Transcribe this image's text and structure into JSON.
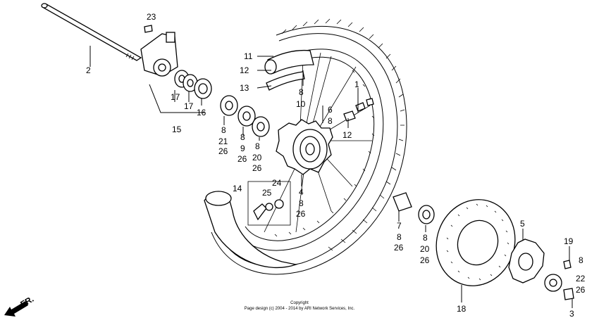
{
  "callouts": {
    "c23": "23",
    "c2": "2",
    "c11": "11",
    "c12a": "12",
    "c13": "13",
    "c8a": "8",
    "c10": "10",
    "c1": "1",
    "c6": "6",
    "c8b": "8",
    "c12b": "12",
    "c17a": "17",
    "c17b": "17",
    "c16": "16",
    "c15": "15",
    "c8c": "8",
    "c21": "21",
    "c26a": "26",
    "c8d": "8",
    "c9": "9",
    "c26b": "26",
    "c8e": "8",
    "c20a": "20",
    "c26c": "26",
    "c14": "14",
    "c24": "24",
    "c25": "25",
    "c4": "4",
    "c8f": "8",
    "c26d": "26",
    "c7": "7",
    "c8g": "8",
    "c26e": "26",
    "c8h": "8",
    "c20b": "20",
    "c26f": "26",
    "c5": "5",
    "c19": "19",
    "c8i": "8",
    "c22": "22",
    "c26g": "26",
    "c18": "18",
    "c3": "3"
  },
  "copyright": {
    "line1": "Copyright",
    "line2": "Page design (c) 2004 - 2014 by ARI Network Services, Inc."
  },
  "direction": {
    "label": "FR."
  },
  "icons": {
    "direction": "arrow-left-down-icon"
  },
  "colors": {
    "ink": "#000000",
    "paper": "#ffffff"
  }
}
